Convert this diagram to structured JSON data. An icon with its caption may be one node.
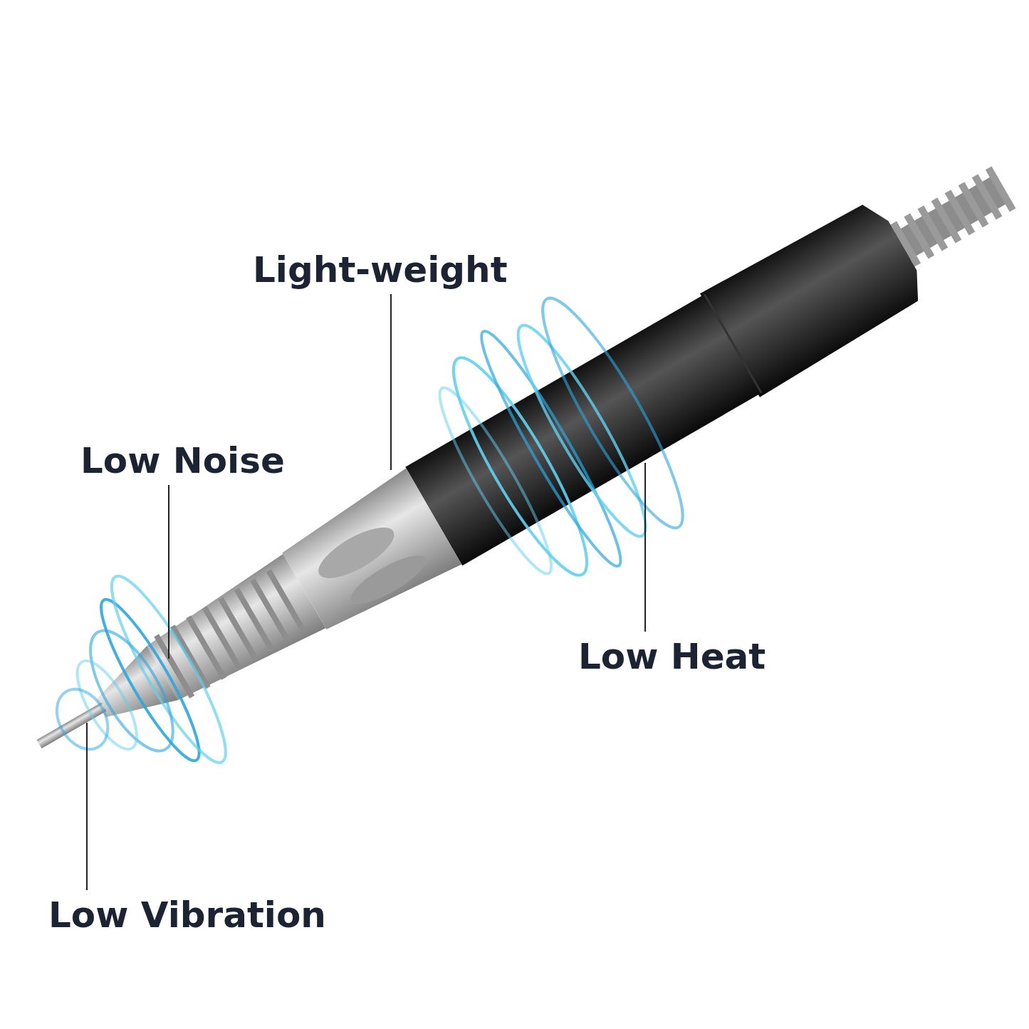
{
  "diagram": {
    "nodes": [
      {
        "text": [
          "Light-weight"
        ]
      },
      {
        "text": [
          "Low Noise"
        ]
      },
      {
        "text": [
          "Low Heat"
        ]
      },
      {
        "text": [
          "Low Vibration"
        ]
      }
    ],
    "edges": [
      {
        "from": 0,
        "to": null,
        "arrow": "none"
      },
      {
        "from": 1,
        "to": null,
        "arrow": "none"
      },
      {
        "from": 2,
        "to": null,
        "arrow": "none"
      },
      {
        "from": 3,
        "to": null,
        "arrow": "none"
      }
    ]
  }
}
